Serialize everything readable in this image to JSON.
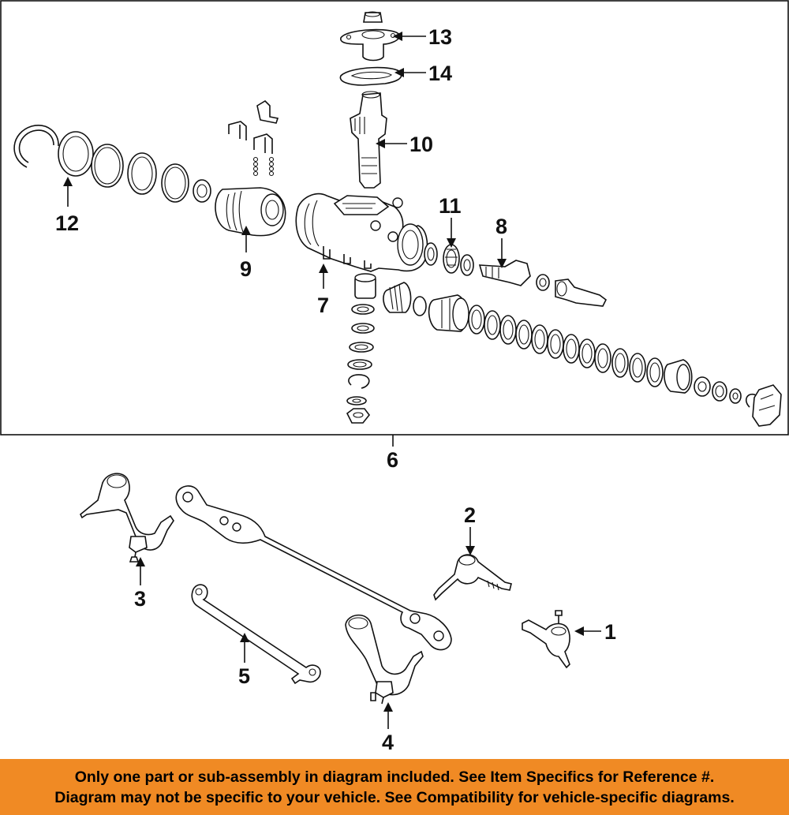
{
  "diagram": {
    "callouts": {
      "c1": "1",
      "c2": "2",
      "c3": "3",
      "c4": "4",
      "c5": "5",
      "c6": "6",
      "c7": "7",
      "c8": "8",
      "c9": "9",
      "c10": "10",
      "c11": "11",
      "c12": "12",
      "c13": "13",
      "c14": "14"
    },
    "colors": {
      "line": "#111111",
      "background": "#ffffff",
      "banner": "#f08a24"
    }
  },
  "footer": {
    "line1": "Only one part or sub-assembly in diagram included. See Item Specifics for Reference #.",
    "line2": "Diagram may not be specific to your vehicle. See Compatibility for vehicle-specific diagrams."
  }
}
